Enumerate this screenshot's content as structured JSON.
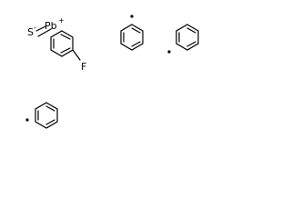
{
  "atoms": {
    "sulfur": "S",
    "sulfur_charge": "-",
    "lead": "Pb",
    "lead_charge": "+",
    "fluorine": "F"
  },
  "molecules": [
    {
      "name": "4-fluorophenyl-thiolate",
      "radical": false
    },
    {
      "name": "phenyl-radical-1",
      "radical": true
    },
    {
      "name": "phenyl-radical-2",
      "radical": true
    },
    {
      "name": "phenyl-radical-3",
      "radical": true
    }
  ],
  "colors": {
    "bond": "#000000",
    "background": "#ffffff"
  }
}
